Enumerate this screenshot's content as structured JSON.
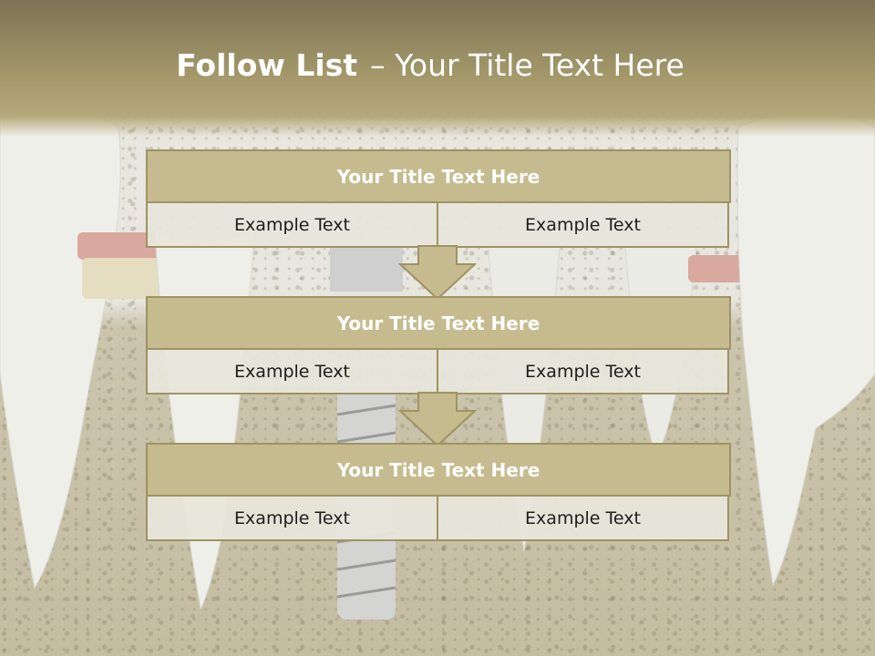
{
  "slide": {
    "title_bold": "Follow List",
    "title_sep": "–",
    "title_rest": "Your Title Text Here"
  },
  "blocks": [
    {
      "heading": "Your Title Text Here",
      "left": "Example Text",
      "right": "Example Text"
    },
    {
      "heading": "Your Title Text Here",
      "left": "Example Text",
      "right": "Example Text"
    },
    {
      "heading": "Your Title Text Here",
      "left": "Example Text",
      "right": "Example Text"
    }
  ],
  "colors": {
    "header_band": "#a79b6c",
    "block_heading_fill": "#c5bb8e",
    "block_border": "#9f9362",
    "cell_fill": "#e8e6db",
    "arrow_fill": "#c5bb8e"
  }
}
